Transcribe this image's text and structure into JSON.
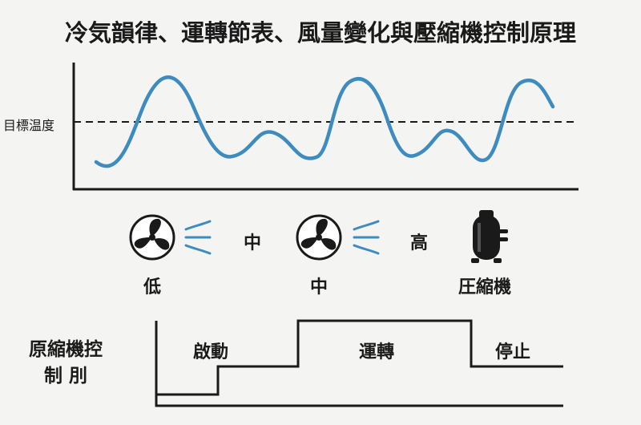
{
  "title": "冷気韻律、運轉節表、風量變化與壓縮機控制原理",
  "temperature_chart": {
    "target_label": "目標温度",
    "line_color": "#3d8bbf",
    "target_line_style": "dashed"
  },
  "fan_row": {
    "fans": [
      {
        "name": "fan-low",
        "label": "低"
      },
      {
        "name": "fan-mid",
        "label": "中"
      }
    ],
    "levels": [
      "中",
      "高"
    ],
    "compressor_label": "圧縮機",
    "icons": [
      "fan-icon",
      "airflow-icon",
      "compressor-icon"
    ]
  },
  "control_chart": {
    "axis_label_line1": "原縮機控",
    "axis_label_line2": "制 刖",
    "phases": [
      "啟動",
      "運轉",
      "停止"
    ]
  }
}
